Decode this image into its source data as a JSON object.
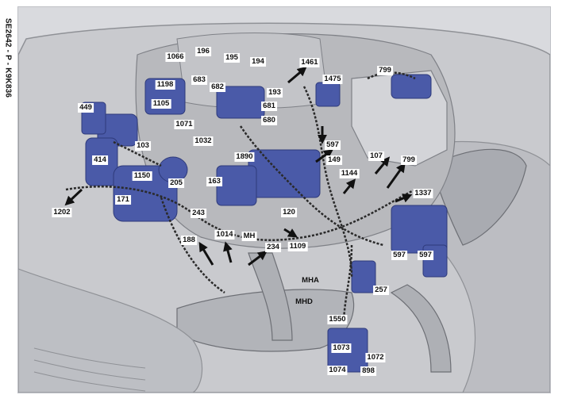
{
  "document_code": "SE2642 - P - K9K836",
  "colors": {
    "background": "#d9dade",
    "body": "#c9cace",
    "body_dark": "#9a9ca2",
    "engine": "#b8b9bd",
    "component_blue": "#4a5aa8",
    "component_blue_dark": "#2e3a7a",
    "harness": "#2a2a2a",
    "arrow": "#111111",
    "label_bg": "#ffffff"
  },
  "labels": [
    {
      "id": "1066",
      "text": "1066"
    },
    {
      "id": "196",
      "text": "196"
    },
    {
      "id": "195",
      "text": "195"
    },
    {
      "id": "194",
      "text": "194"
    },
    {
      "id": "1461",
      "text": "1461"
    },
    {
      "id": "799a",
      "text": "799"
    },
    {
      "id": "1475",
      "text": "1475"
    },
    {
      "id": "1198",
      "text": "1198"
    },
    {
      "id": "683",
      "text": "683"
    },
    {
      "id": "682",
      "text": "682"
    },
    {
      "id": "193",
      "text": "193"
    },
    {
      "id": "449",
      "text": "449"
    },
    {
      "id": "1105",
      "text": "1105"
    },
    {
      "id": "681",
      "text": "681"
    },
    {
      "id": "680",
      "text": "680"
    },
    {
      "id": "1071",
      "text": "1071"
    },
    {
      "id": "103",
      "text": "103"
    },
    {
      "id": "1032",
      "text": "1032"
    },
    {
      "id": "597a",
      "text": "597"
    },
    {
      "id": "414",
      "text": "414"
    },
    {
      "id": "1890",
      "text": "1890"
    },
    {
      "id": "149",
      "text": "149"
    },
    {
      "id": "107",
      "text": "107"
    },
    {
      "id": "799b",
      "text": "799"
    },
    {
      "id": "1150",
      "text": "1150"
    },
    {
      "id": "163",
      "text": "163"
    },
    {
      "id": "1144",
      "text": "1144"
    },
    {
      "id": "205",
      "text": "205"
    },
    {
      "id": "171",
      "text": "171"
    },
    {
      "id": "1337",
      "text": "1337"
    },
    {
      "id": "1202",
      "text": "1202"
    },
    {
      "id": "243",
      "text": "243"
    },
    {
      "id": "120",
      "text": "120"
    },
    {
      "id": "188",
      "text": "188"
    },
    {
      "id": "1014",
      "text": "1014"
    },
    {
      "id": "MH",
      "text": "MH"
    },
    {
      "id": "234",
      "text": "234"
    },
    {
      "id": "1109",
      "text": "1109"
    },
    {
      "id": "597b",
      "text": "597"
    },
    {
      "id": "597c",
      "text": "597"
    },
    {
      "id": "MHA",
      "text": "MHA"
    },
    {
      "id": "257",
      "text": "257"
    },
    {
      "id": "MHD",
      "text": "MHD"
    },
    {
      "id": "1550",
      "text": "1550"
    },
    {
      "id": "1073",
      "text": "1073"
    },
    {
      "id": "1072",
      "text": "1072"
    },
    {
      "id": "1074",
      "text": "1074"
    },
    {
      "id": "898",
      "text": "898"
    }
  ]
}
